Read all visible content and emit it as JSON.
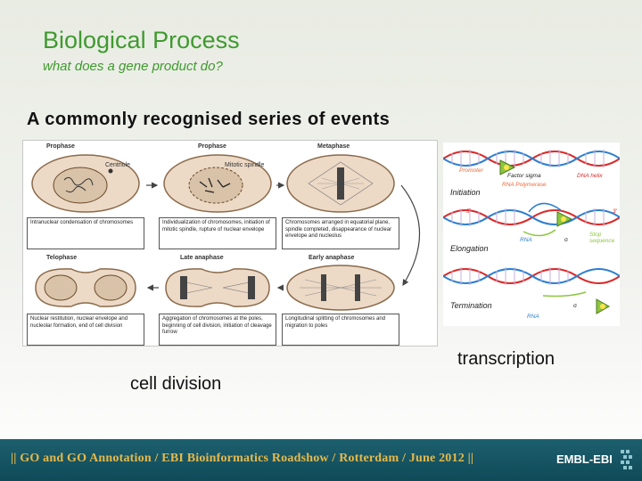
{
  "slide": {
    "title": "Biological Process",
    "subtitle": "what does a gene product do?",
    "heading": "A commonly recognised series of events"
  },
  "mitosis": {
    "stages": [
      "Prophase",
      "Prophase",
      "Metaphase",
      "Telophase",
      "Late anaphase",
      "Early anaphase"
    ],
    "cell_labels": [
      "Centriole",
      "Mitotic spindle"
    ],
    "captions": [
      "Intranuclear condensation of chromosomes",
      "Individualization of chromosomes, initiation of mitotic spindle, rupture of nuclear envelope",
      "Chromosomes arranged in equatorial plane, spindle completed, disappearance of nuclear envelope and nucleolus",
      "Nuclear restitution, nuclear envelope and nucleolar formation, end of cell division",
      "Aggregation of chromosomes at the poles, beginning of cell division, initiation of cleavage furrow",
      "Longitudinal splitting of chromosomes and migration to poles"
    ]
  },
  "transcription": {
    "steps": [
      "Initiation",
      "Elongation",
      "Termination"
    ],
    "labels": {
      "promoter": "Promoter",
      "factor_sigma": "Factor sigma",
      "rna_polymerase": "RNA Polymerase",
      "dna_helix": "DNA helix",
      "five_prime": "5'",
      "three_prime": "3'",
      "rna": "RNA",
      "sigma": "σ",
      "stop_sequence": "Stop sequence"
    }
  },
  "labels": {
    "transcription": "transcription",
    "cell_division": "cell division"
  },
  "footer": {
    "text": "|| GO and GO Annotation / EBI Bioinformatics Roadshow / Rotterdam / June 2012 ||",
    "logo": "EMBL-EBI"
  },
  "colors": {
    "title_green": "#3f9a2f",
    "footer_bg": "#1d5f6e",
    "footer_text": "#e6b94a",
    "dna_red": "#d92b2b",
    "dna_blue": "#2d7fd0",
    "polymerase_green": "#8dc63f"
  }
}
